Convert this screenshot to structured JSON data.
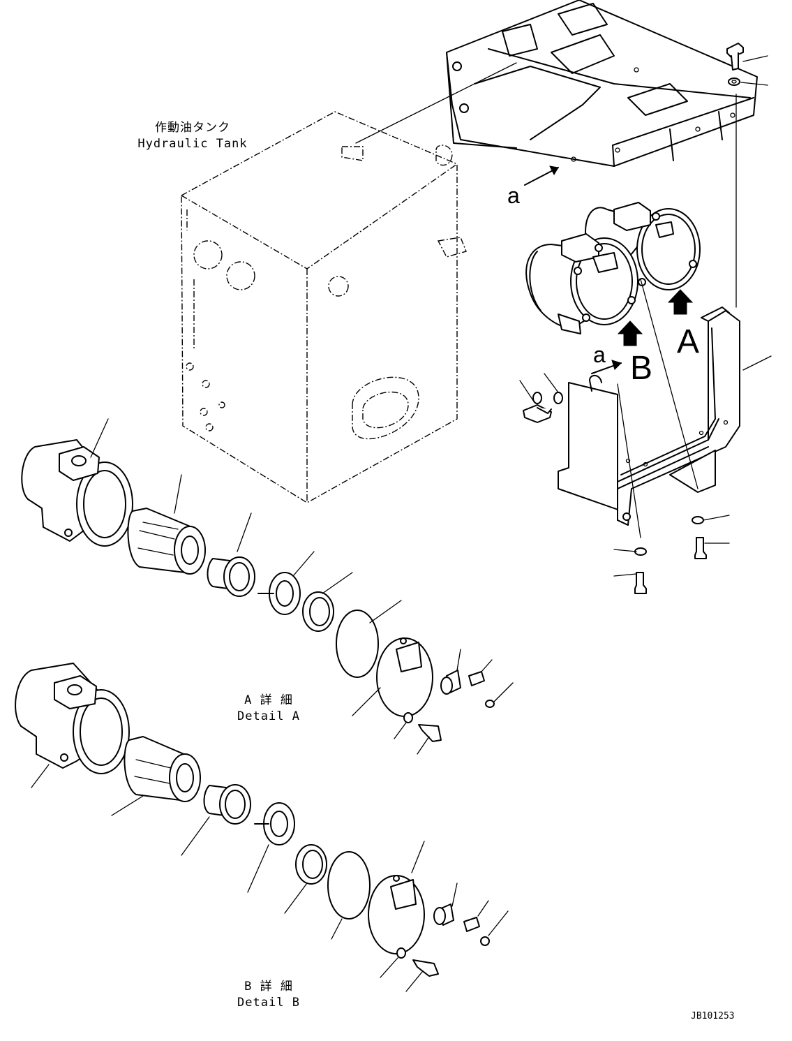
{
  "labels": {
    "tank_jp": "作動油タンク",
    "tank_en": "Hydraulic Tank",
    "detail_a_jp": "A 詳 細",
    "detail_a_en": "Detail A",
    "detail_b_jp": "B 詳 細",
    "detail_b_en": "Detail B",
    "view_a_upper": "a",
    "view_a_lower": "a",
    "arrow_a": "A",
    "arrow_b": "B",
    "drawing_number": "JB101253"
  }
}
